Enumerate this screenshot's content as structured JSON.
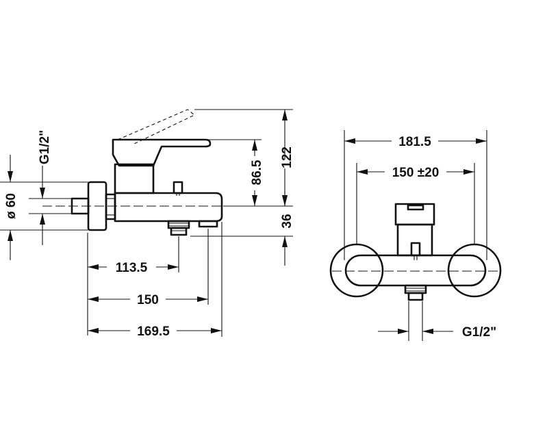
{
  "side_view": {
    "dims": {
      "inlet_thread": "G1/2\"",
      "inlet_diameter": "ø 60",
      "height_lever": "122",
      "height_body": "86.5",
      "spout_drop": "36",
      "length_outlet": "113.5",
      "length_spout": "150",
      "length_total": "169.5"
    }
  },
  "front_view": {
    "dims": {
      "overall_width": "181.5",
      "centers": "150 ±20",
      "outlet_thread": "G1/2\""
    }
  }
}
